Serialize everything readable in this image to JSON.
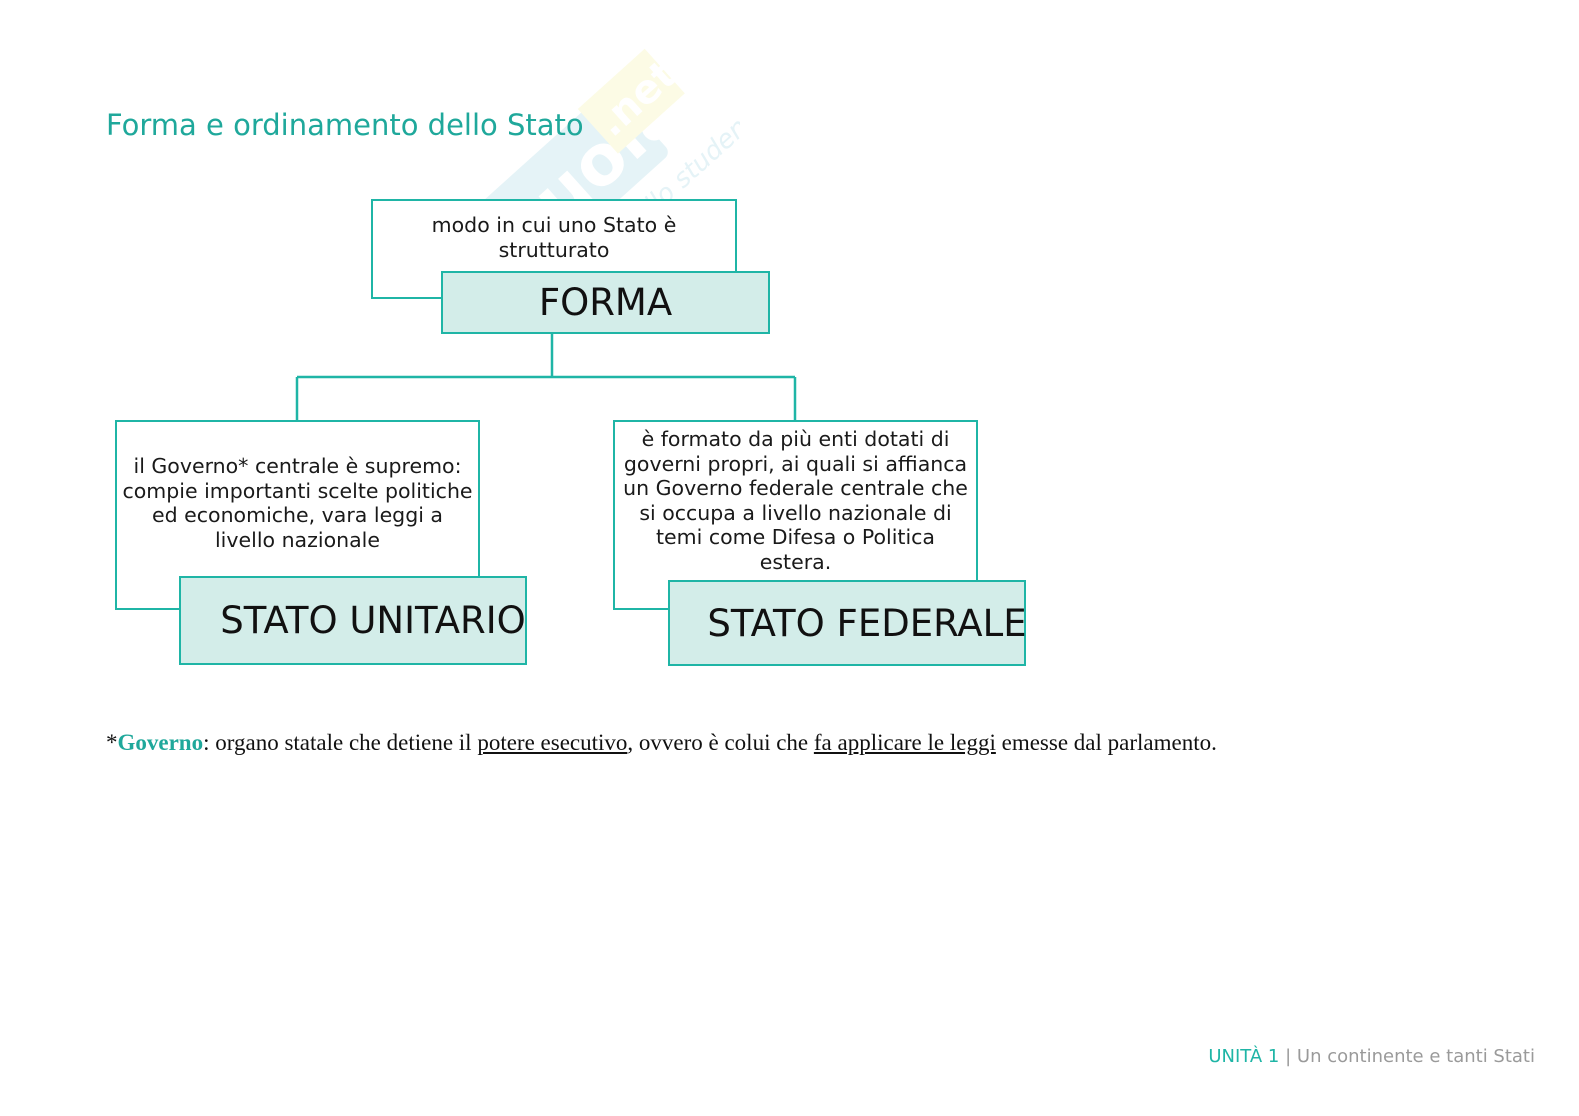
{
  "title": "Forma e ordinamento dello Stato",
  "watermark": {
    "brand": "Skuola",
    "brand_suffix": ".net",
    "tagline": "il portale dello studente"
  },
  "diagram": {
    "root": {
      "description": "modo in cui uno Stato è strutturato",
      "label": "FORMA"
    },
    "children": [
      {
        "description": "il Governo* centrale è supremo: compie importanti scelte politiche ed economiche, vara leggi a livello nazionale",
        "label": "STATO UNITARIO"
      },
      {
        "description": "è formato da più enti dotati di governi propri, ai quali si affianca un Governo federale centrale che si occupa a livello nazionale di temi come Difesa o Politica estera.",
        "label": "STATO FEDERALE"
      }
    ]
  },
  "footnote": {
    "asterisk": "*",
    "term": "Governo",
    "part1": ": organo statale che detiene il ",
    "link1": "potere esecutivo",
    "part2": ", ovvero è colui che ",
    "link2": "fa applicare le leggi",
    "part3": " emesse dal parlamento."
  },
  "footer": {
    "unit": "UNITÀ 1",
    "separator": "|",
    "subtitle": "Un continente e tanti Stati"
  },
  "colors": {
    "accent": "#1fb5a6",
    "fill": "#d3ede9",
    "title": "#1fa89b"
  }
}
